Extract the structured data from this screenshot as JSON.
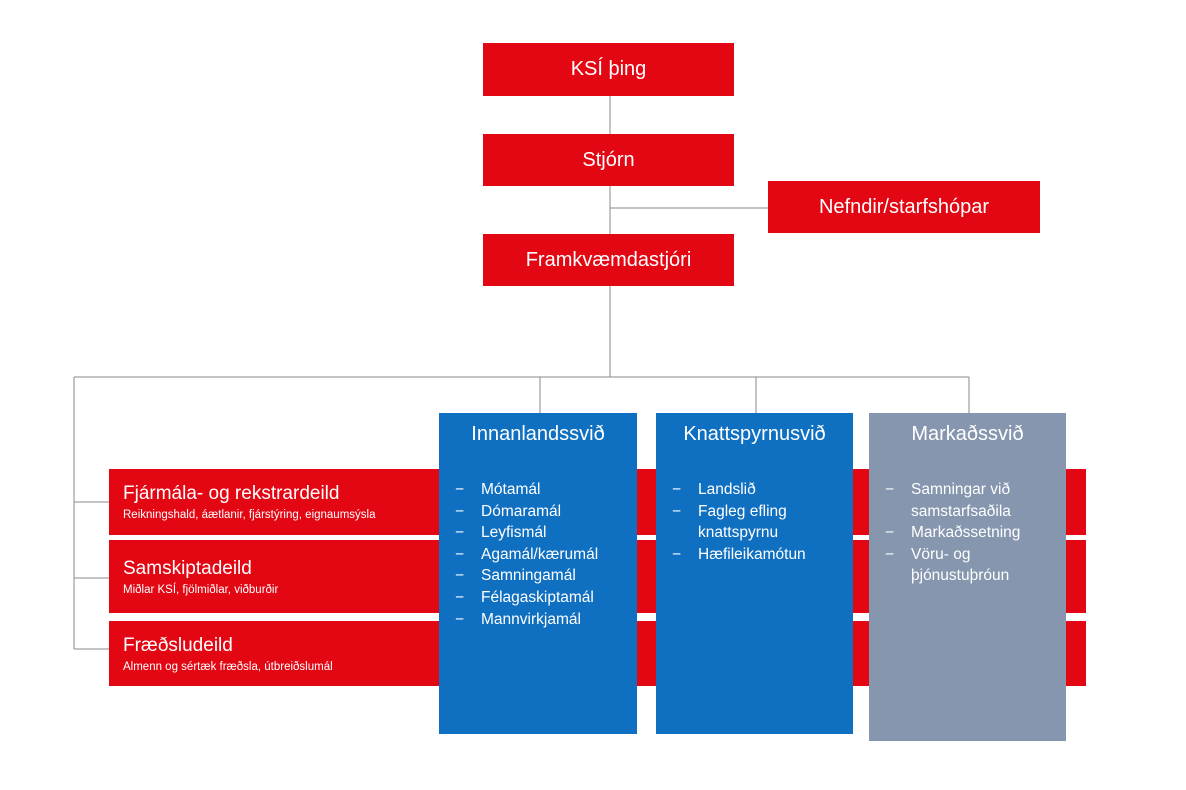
{
  "top_boxes": {
    "thing": "KSÍ þing",
    "stjorn": "Stjórn",
    "nefndir": "Nefndir/starfshópar",
    "framkvaemdastjori": "Framkvæmdastjóri"
  },
  "departments": [
    {
      "title": "Fjármála- og rekstrardeild",
      "subtitle": "Reikningshald, áætlanir, fjárstýring, eignaumsýsla"
    },
    {
      "title": "Samskiptadeild",
      "subtitle": "Miðlar KSÍ, fjölmiðlar, viðburðir"
    },
    {
      "title": "Fræðsludeild",
      "subtitle": "Almenn og sértæk fræðsla, útbreiðslumál"
    }
  ],
  "divisions": [
    {
      "title": "Innanlandssvið",
      "color": "#0f6fc0",
      "items": [
        "Mótamál",
        "Dómaramál",
        "Leyfismál",
        "Agamál/kærumál",
        "Samningamál",
        "Félagaskiptamál",
        "Mannvirkjamál"
      ]
    },
    {
      "title": "Knattspyrnusvið",
      "color": "#0f6fc0",
      "items": [
        "Landslið",
        "Fagleg efling knattspyrnu",
        "Hæfileikamótun"
      ]
    },
    {
      "title": "Markaðssvið",
      "color": "#8596ae",
      "items": [
        "Samningar við samstarfsaðila",
        "Markaðssetning",
        "Vöru- og þjónustuþróun"
      ]
    }
  ],
  "bullet_symbol": "−",
  "colors": {
    "red": "#e30613",
    "blue": "#0f6fc0",
    "grey": "#8596ae",
    "connector": "#7f7f7f"
  }
}
